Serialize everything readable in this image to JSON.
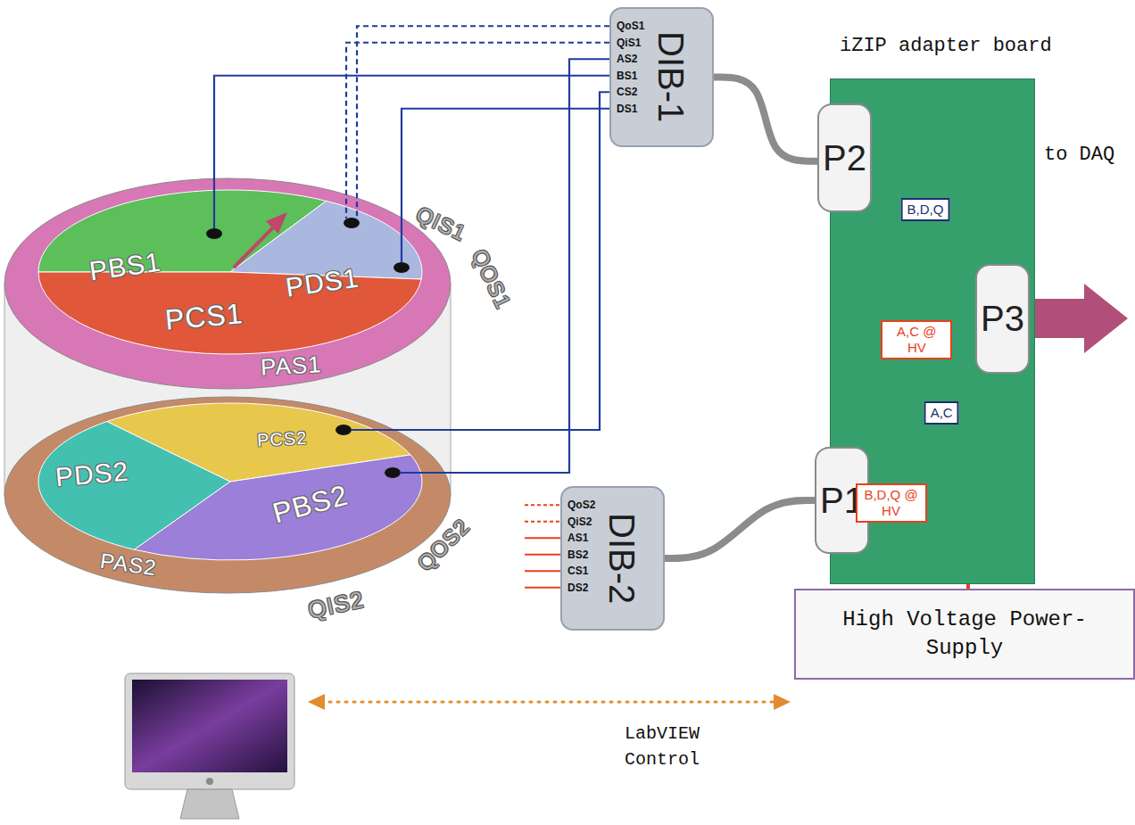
{
  "diagram": {
    "nodes": [
      {
        "text": [
          "QoS1",
          "QiS1",
          "AS2",
          "BS1",
          "CS2",
          "DS1",
          "DIB-1"
        ]
      },
      {
        "text": [
          "iZIP adapter board"
        ]
      },
      {
        "text": [
          "P2"
        ],
        "in": 1
      },
      {
        "text": [
          "P3"
        ],
        "in": 1
      },
      {
        "text": [
          "P1"
        ],
        "in": 1
      },
      {
        "text": [
          "QoS2",
          "QiS2",
          "AS1",
          "BS2",
          "CS1",
          "DS2",
          "DIB-2"
        ]
      },
      {
        "text": [
          "High Voltage Power-Supply"
        ]
      }
    ],
    "edges": [
      {
        "from": 0,
        "to": 2,
        "arrow": "none"
      },
      {
        "from": 2,
        "to": 3,
        "label": "B,D,Q",
        "arrow": "none"
      },
      {
        "from": 4,
        "to": 3,
        "label": "A,C",
        "arrow": "none"
      },
      {
        "from": 5,
        "to": 4,
        "arrow": "none"
      },
      {
        "from": 6,
        "to": 2,
        "label": "A,C @ HV",
        "arrow": "none"
      },
      {
        "from": 6,
        "to": 4,
        "label": "B,D,Q @ HV",
        "arrow": "none"
      }
    ],
    "labels": [
      "PBS1",
      "PDS1",
      "PCS1",
      "PAS1",
      "PCS2",
      "PDS2",
      "PBS2",
      "PAS2",
      "QIS1",
      "QOS1",
      "QIS2",
      "QOS2",
      "to DAQ",
      "LabVIEW Control"
    ]
  }
}
